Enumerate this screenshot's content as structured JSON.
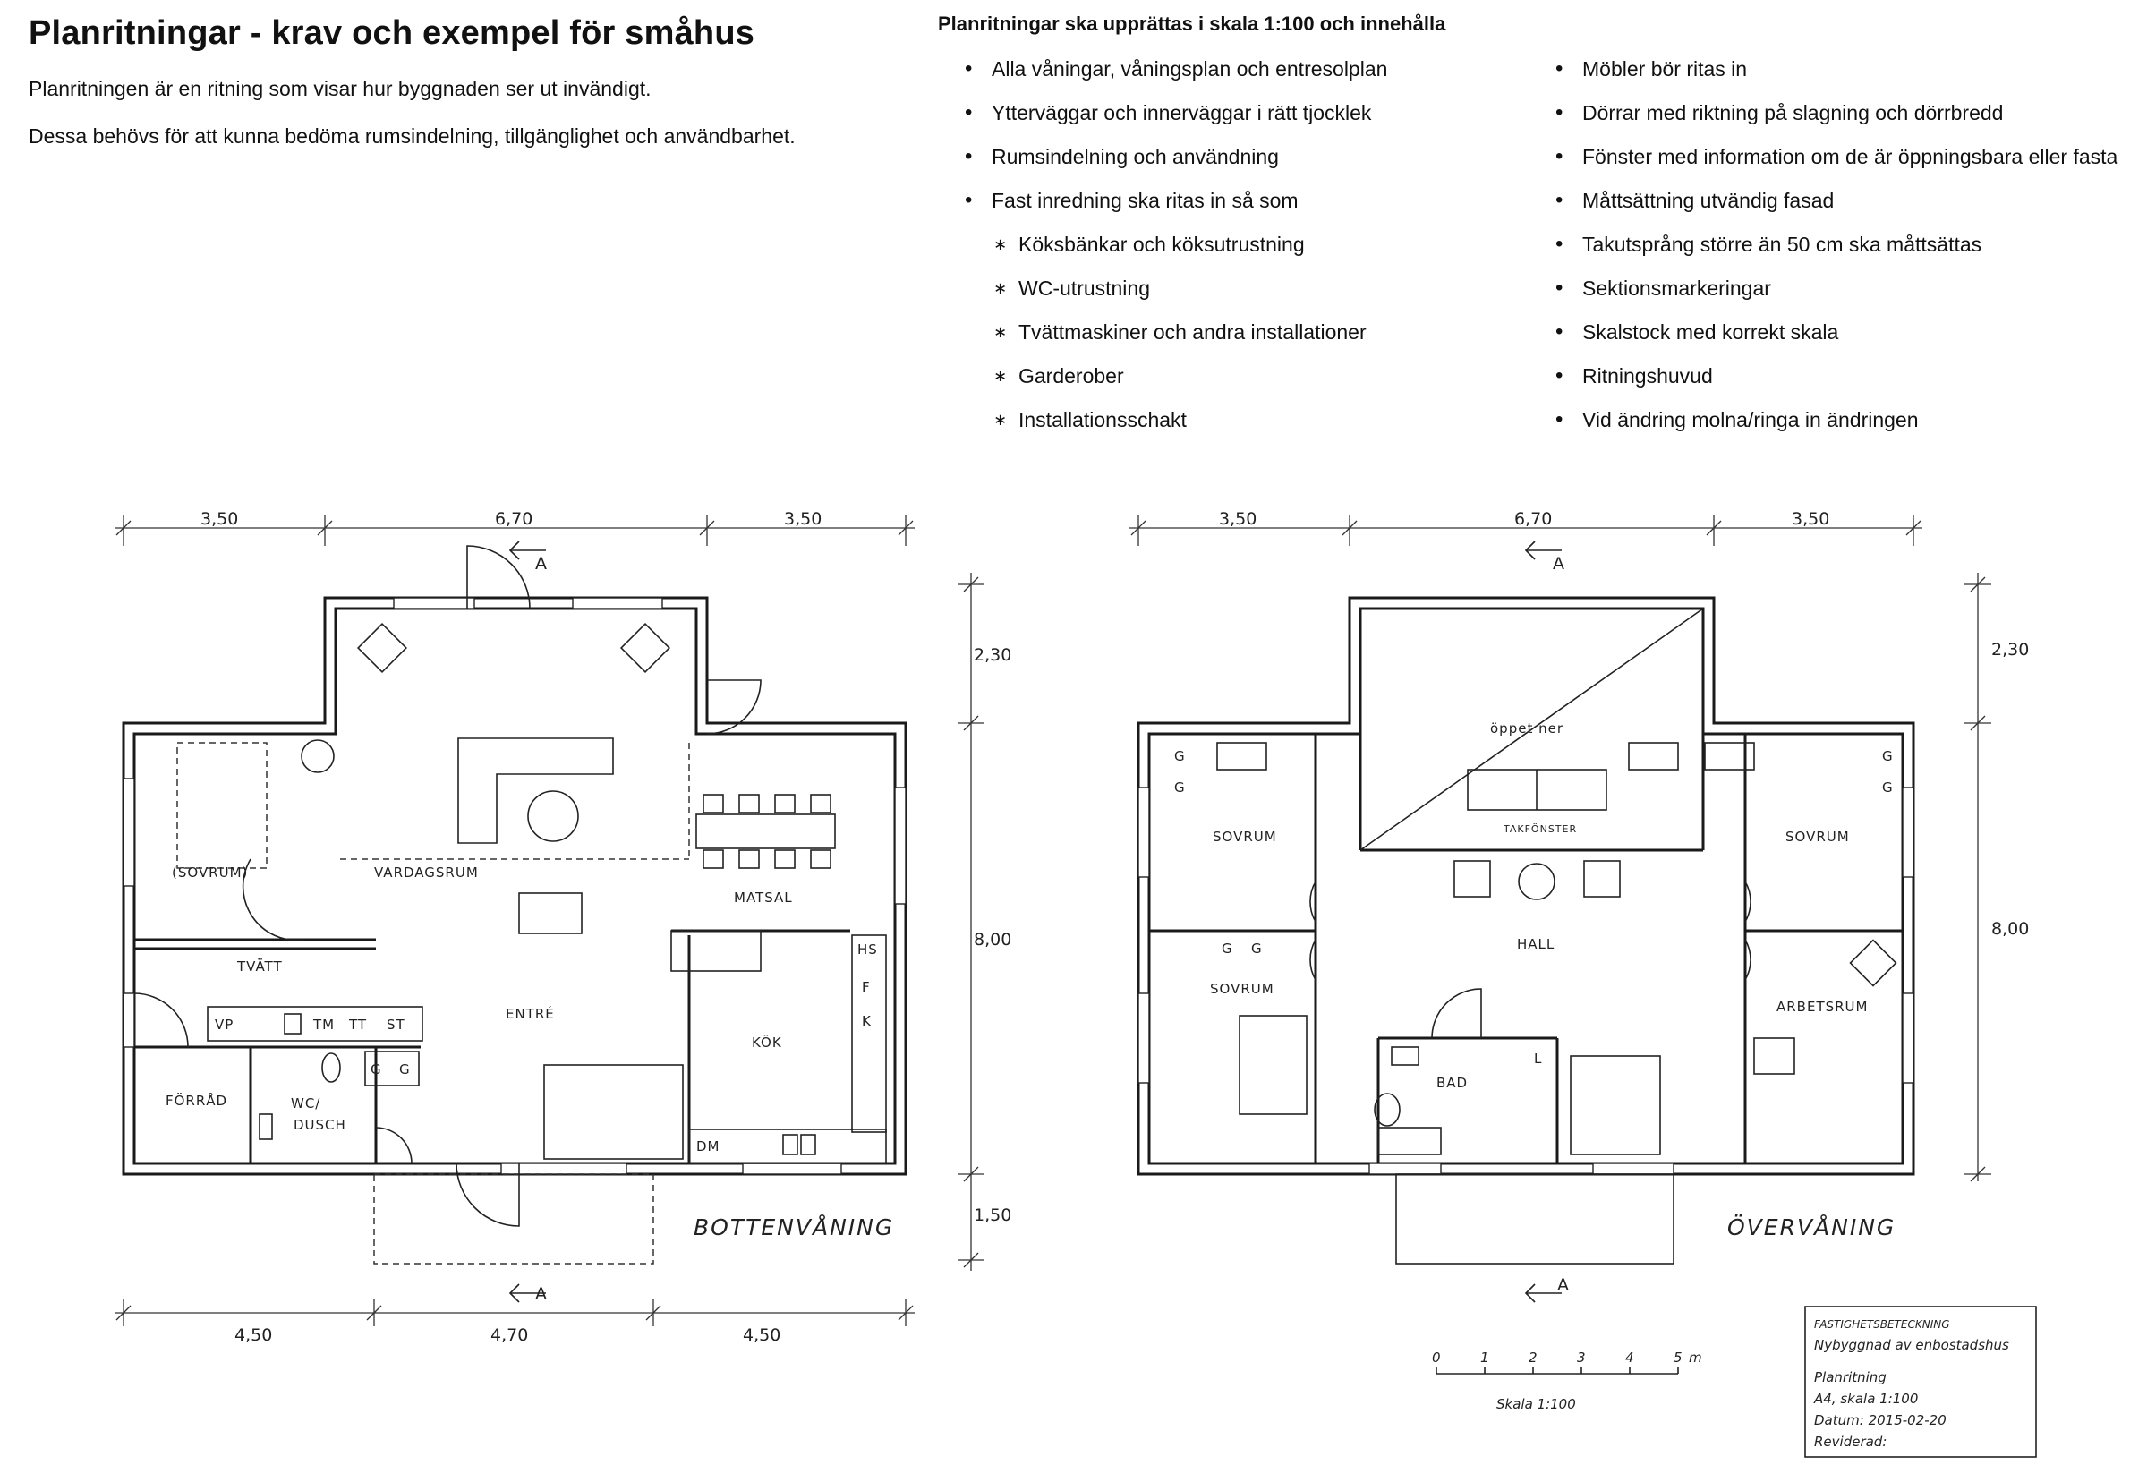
{
  "header": {
    "title": "Planritningar - krav och exempel för småhus",
    "intro_1": "Planritningen är en ritning som visar hur byggnaden ser ut invändigt.",
    "intro_2": "Dessa behövs för att kunna bedöma rumsindelning, tillgänglighet och användbarhet."
  },
  "requirements": {
    "heading": "Planritningar ska upprättas i skala 1:100 och innehålla",
    "left": [
      "Alla våningar, våningsplan och entresolplan",
      "Ytterväggar och innerväggar i rätt tjocklek",
      "Rumsindelning och användning",
      "Fast inredning ska ritas in så som",
      "Köksbänkar och köksutrustning",
      "WC-utrustning",
      "Tvättmaskiner och andra installationer",
      "Garderober",
      "Installationsschakt"
    ],
    "right": [
      "Möbler bör ritas in",
      "Dörrar med riktning på slagning och dörrbredd",
      "Fönster med information om de är öppningsbara eller fasta",
      "Måttsättning utvändig fasad",
      "Takutsprång större än 50 cm ska måttsättas",
      "Sektionsmarkeringar",
      "Skalstock med korrekt skala",
      "Ritningshuvud",
      "Vid ändring molna/ringa in ändringen"
    ]
  },
  "ground_floor": {
    "title": "BOTTENVÅNING",
    "dims_top": [
      "3,50",
      "6,70",
      "3,50"
    ],
    "dims_bottom": [
      "4,50",
      "4,70",
      "4,50"
    ],
    "dims_right": [
      "2,30",
      "8,00",
      "1,50"
    ],
    "section_mark": "A",
    "rooms": {
      "sovrum": "(SOVRUM)",
      "vardagsrum": "VARDAGSRUM",
      "matsal": "MATSAL",
      "tvatt": "TVÄTT",
      "entre": "ENTRÉ",
      "kok": "KÖK",
      "forrad": "FÖRRÅD",
      "wc": "WC/",
      "dusch": "DUSCH"
    },
    "labels": {
      "vp": "VP",
      "tm": "TM",
      "tt": "TT",
      "st": "ST",
      "g": "G",
      "hs": "HS",
      "f": "F",
      "k": "K",
      "dm": "DM"
    }
  },
  "upper_floor": {
    "title": "ÖVERVÅNING",
    "dims_top": [
      "3,50",
      "6,70",
      "3,50"
    ],
    "dims_right": [
      "2,30",
      "8,00"
    ],
    "section_mark": "A",
    "rooms": {
      "oppet": "öppet ner",
      "takfonster": "TAKFÖNSTER",
      "sovrum": "SOVRUM",
      "hall": "HALL",
      "bad": "BAD",
      "arbetsrum": "ARBETSRUM"
    },
    "labels": {
      "g": "G",
      "l": "L"
    }
  },
  "scale_bar": {
    "ticks": [
      "0",
      "1",
      "2",
      "3",
      "4",
      "5"
    ],
    "unit": "m",
    "label": "Skala 1:100"
  },
  "title_block": {
    "line1": "FASTIGHETSBETECKNING",
    "line2": "Nybyggnad av enbostadshus",
    "line3": "Planritning",
    "line4": "A4, skala 1:100",
    "line5": "Datum: 2015-02-20",
    "line6": "Reviderad:"
  }
}
